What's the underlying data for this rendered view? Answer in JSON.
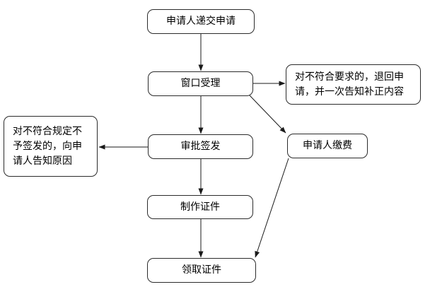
{
  "diagram": {
    "type": "flowchart",
    "background_color": "#ffffff",
    "line_color": "#1a1a1a",
    "box_border_color": "#2b2b2b",
    "text_color": "#000000",
    "nodes": {
      "submit": {
        "label": "申请人递交申请"
      },
      "window_accept": {
        "label": "窗口受理"
      },
      "reject_return": {
        "label": "对不符合要求的，退回申\n请，并一次告知补正内容"
      },
      "approve_issue": {
        "label": "审批签发"
      },
      "deny_notify": {
        "label": "对不符合规定不\n予签发的，向申\n请人告知原因"
      },
      "pay_fee": {
        "label": "申请人缴费"
      },
      "make_cert": {
        "label": "制作证件"
      },
      "get_cert": {
        "label": "领取证件"
      }
    },
    "edges": [
      {
        "from": "submit",
        "to": "window_accept"
      },
      {
        "from": "window_accept",
        "to": "reject_return"
      },
      {
        "from": "window_accept",
        "to": "approve_issue"
      },
      {
        "from": "window_accept",
        "to": "pay_fee"
      },
      {
        "from": "approve_issue",
        "to": "deny_notify"
      },
      {
        "from": "approve_issue",
        "to": "make_cert"
      },
      {
        "from": "make_cert",
        "to": "get_cert"
      },
      {
        "from": "pay_fee",
        "to": "get_cert"
      }
    ]
  }
}
